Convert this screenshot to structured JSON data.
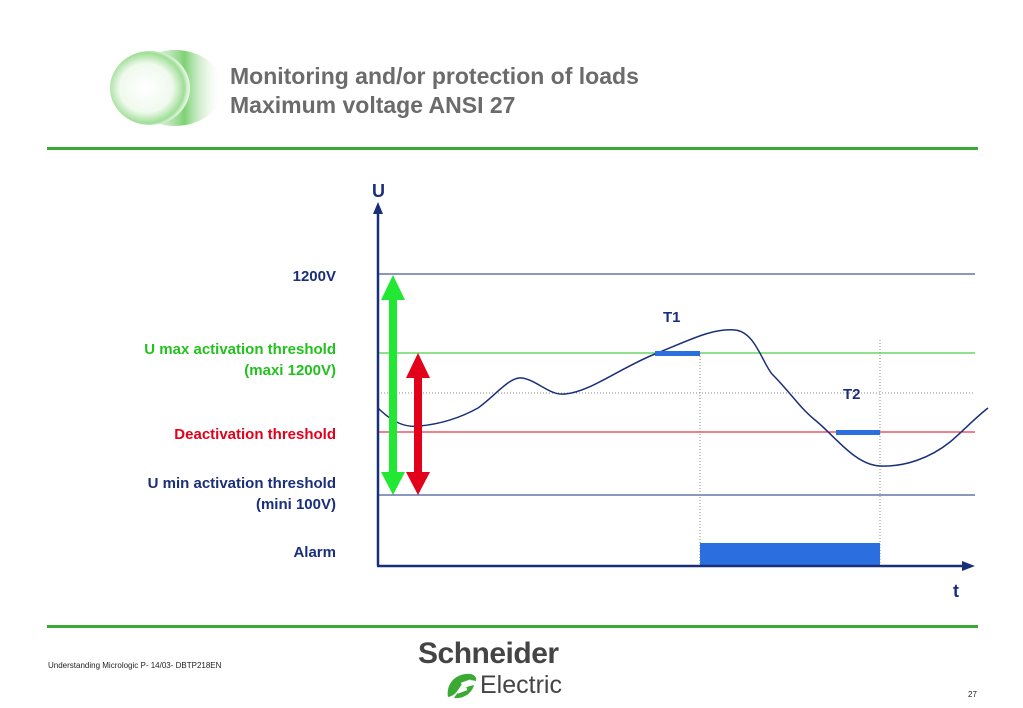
{
  "slide": {
    "title_line1": "Monitoring and/or protection of loads",
    "title_line2": "Maximum voltage ANSI 27"
  },
  "diagram": {
    "axis_y_label": "U",
    "axis_x_label": "t",
    "level_1200v": "1200V",
    "umax_line1": "U max activation threshold",
    "umax_line2": "(maxi 1200V)",
    "deactivation": "Deactivation threshold",
    "umin_line1": "U min activation threshold",
    "umin_line2": "(mini 100V)",
    "alarm": "Alarm",
    "t1": "T1",
    "t2": "T2"
  },
  "colors": {
    "navy": "#1a2f7a",
    "green": "#22c11e",
    "red": "#e3001b",
    "blue": "#2a6ee0",
    "rule_green": "#3aaa35"
  },
  "footer": {
    "doc_ref": "Understanding Micrologic P- 14/03- DBTP218EN",
    "page_number": "27",
    "brand_name": "Schneider",
    "brand_sub": "Electric"
  }
}
